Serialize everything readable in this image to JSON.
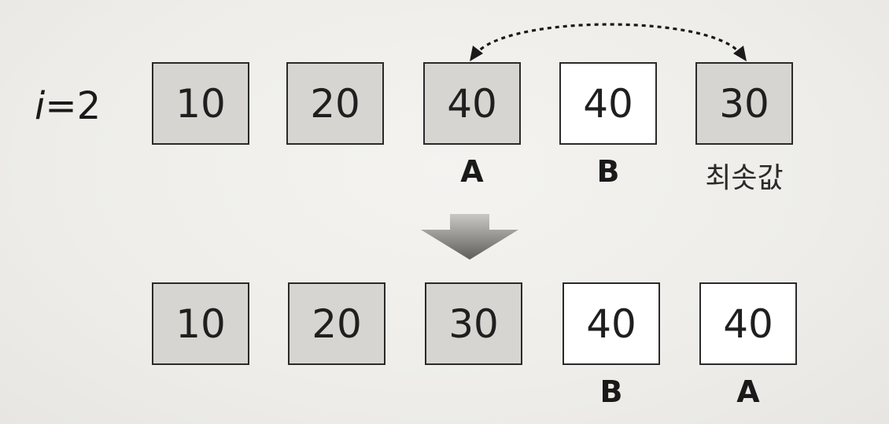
{
  "iteration_label": {
    "var": "i",
    "rest": "=2"
  },
  "before_row": [
    {
      "value": "10",
      "state": "shaded"
    },
    {
      "value": "20",
      "state": "shaded"
    },
    {
      "value": "40",
      "state": "shaded"
    },
    {
      "value": "40",
      "state": "plain"
    },
    {
      "value": "30",
      "state": "shaded"
    }
  ],
  "before_labels": {
    "a": "A",
    "b": "B",
    "min": "최솟값"
  },
  "after_row": [
    {
      "value": "10",
      "state": "shaded"
    },
    {
      "value": "20",
      "state": "shaded"
    },
    {
      "value": "30",
      "state": "shaded"
    },
    {
      "value": "40",
      "state": "plain"
    },
    {
      "value": "40",
      "state": "plain"
    }
  ],
  "after_labels": {
    "b": "B",
    "a": "A"
  }
}
